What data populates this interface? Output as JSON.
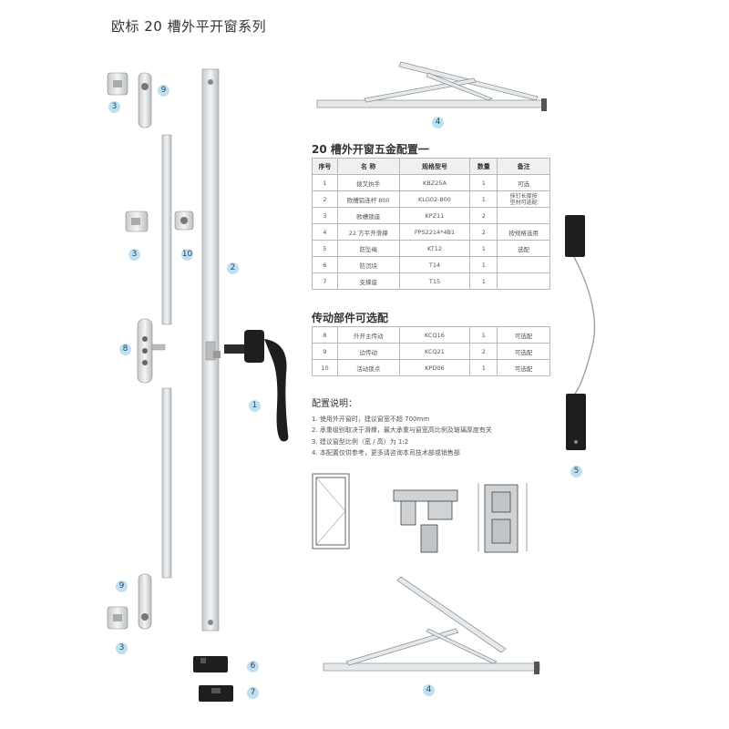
{
  "page_title": "欧标 20 槽外平开窗系列",
  "callouts": {
    "c3a": "3",
    "c9a": "9",
    "c4a": "4",
    "c3b": "3",
    "c10": "10",
    "c2": "2",
    "c8": "8",
    "c1": "1",
    "c5": "5",
    "c9b": "9",
    "c3c": "3",
    "c6": "6",
    "c7": "7",
    "c4b": "4"
  },
  "config_table": {
    "title": "20 槽外开窗五金配置一",
    "headers": [
      "序号",
      "名 称",
      "规格型号",
      "数量",
      "备注"
    ],
    "rows": [
      [
        "1",
        "拨叉执手",
        "KBZ25A",
        "1",
        "可选"
      ],
      [
        "2",
        "欧槽铝连杆 800",
        "KLG02-800",
        "1",
        "抹钉长度按\n型材可选配"
      ],
      [
        "3",
        "欧槽锁座",
        "KPZ11",
        "2",
        ""
      ],
      [
        "4",
        "22 方平开滑撑",
        "FPS2214*4B1",
        "2",
        "按规格选用"
      ],
      [
        "5",
        "防坠绳",
        "KT12",
        "1",
        "选配"
      ],
      [
        "6",
        "防沉块",
        "T14",
        "1",
        ""
      ],
      [
        "7",
        "支撑座",
        "T15",
        "1",
        ""
      ]
    ]
  },
  "drive_table": {
    "title": "传动部件可选配",
    "rows": [
      [
        "8",
        "外开主传动",
        "KCQ16",
        "1",
        "可选配"
      ],
      [
        "9",
        "边传动",
        "KCQ21",
        "2",
        "可选配"
      ],
      [
        "10",
        "活动锁点",
        "KPD06",
        "1",
        "可选配"
      ]
    ]
  },
  "notes": {
    "title": "配置说明：",
    "items": [
      "1. 使用外开窗时，建议窗宽不超 700mm",
      "2. 承重级别取决于滑撑，最大承重与窗宽高比例及玻璃厚度有关",
      "3. 建议窗型比例（宽 / 高）为 1:2",
      "4. 本配置仅供参考，更多请咨询本司技术部或销售部"
    ]
  },
  "colors": {
    "badge": "#bfe0f3",
    "metal": "#d9dde0",
    "dark": "#1e1e1e"
  }
}
